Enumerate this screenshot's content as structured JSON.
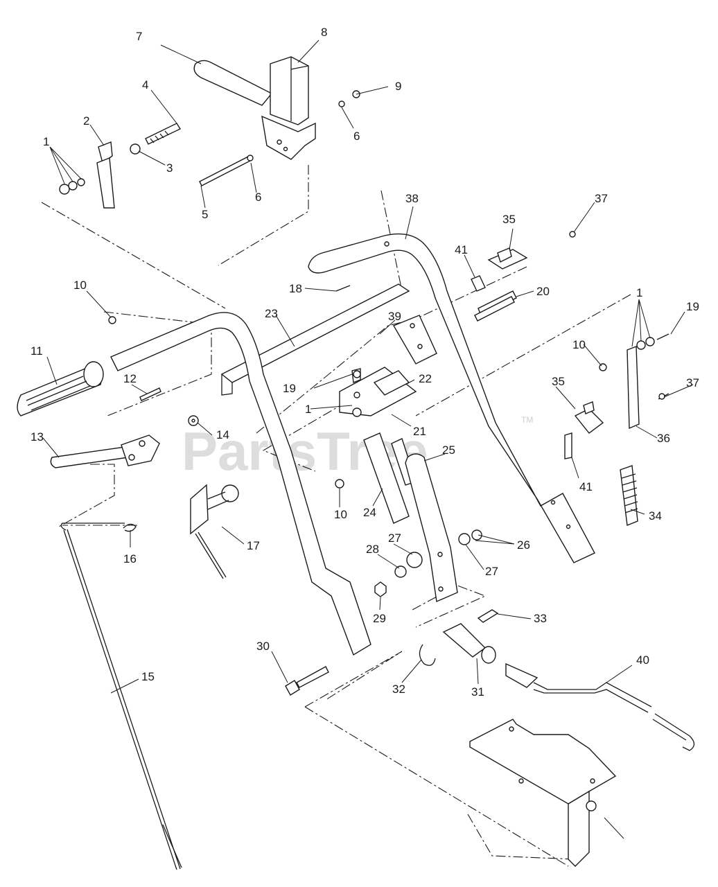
{
  "watermark": {
    "text": "PartsTree",
    "mark": "TM"
  },
  "callouts": [
    {
      "id": "c7",
      "label": "7"
    },
    {
      "id": "c8",
      "label": "8"
    },
    {
      "id": "c4",
      "label": "4"
    },
    {
      "id": "c9",
      "label": "9"
    },
    {
      "id": "c2",
      "label": "2"
    },
    {
      "id": "c6a",
      "label": "6"
    },
    {
      "id": "c1a",
      "label": "1"
    },
    {
      "id": "c3",
      "label": "3"
    },
    {
      "id": "c5",
      "label": "5"
    },
    {
      "id": "c6b",
      "label": "6"
    },
    {
      "id": "c38",
      "label": "38"
    },
    {
      "id": "c37a",
      "label": "37"
    },
    {
      "id": "c35a",
      "label": "35"
    },
    {
      "id": "c41a",
      "label": "41"
    },
    {
      "id": "c10a",
      "label": "10"
    },
    {
      "id": "c18",
      "label": "18"
    },
    {
      "id": "c20",
      "label": "20"
    },
    {
      "id": "c23",
      "label": "23"
    },
    {
      "id": "c39",
      "label": "39"
    },
    {
      "id": "c1b",
      "label": "1"
    },
    {
      "id": "c19a",
      "label": "19"
    },
    {
      "id": "c10b",
      "label": "10"
    },
    {
      "id": "c11",
      "label": "11"
    },
    {
      "id": "c19b",
      "label": "19"
    },
    {
      "id": "c22",
      "label": "22"
    },
    {
      "id": "c12",
      "label": "12"
    },
    {
      "id": "c35b",
      "label": "35"
    },
    {
      "id": "c37b",
      "label": "37"
    },
    {
      "id": "c1c",
      "label": "1"
    },
    {
      "id": "c21",
      "label": "21"
    },
    {
      "id": "c13",
      "label": "13"
    },
    {
      "id": "c14",
      "label": "14"
    },
    {
      "id": "c36",
      "label": "36"
    },
    {
      "id": "c25",
      "label": "25"
    },
    {
      "id": "c41b",
      "label": "41"
    },
    {
      "id": "c10c",
      "label": "10"
    },
    {
      "id": "c24",
      "label": "24"
    },
    {
      "id": "c34",
      "label": "34"
    },
    {
      "id": "c17",
      "label": "17"
    },
    {
      "id": "c16",
      "label": "16"
    },
    {
      "id": "c27a",
      "label": "27"
    },
    {
      "id": "c26",
      "label": "26"
    },
    {
      "id": "c28",
      "label": "28"
    },
    {
      "id": "c27b",
      "label": "27"
    },
    {
      "id": "c29",
      "label": "29"
    },
    {
      "id": "c33",
      "label": "33"
    },
    {
      "id": "c30",
      "label": "30"
    },
    {
      "id": "c40",
      "label": "40"
    },
    {
      "id": "c15",
      "label": "15"
    },
    {
      "id": "c32",
      "label": "32"
    },
    {
      "id": "c31",
      "label": "31"
    }
  ]
}
